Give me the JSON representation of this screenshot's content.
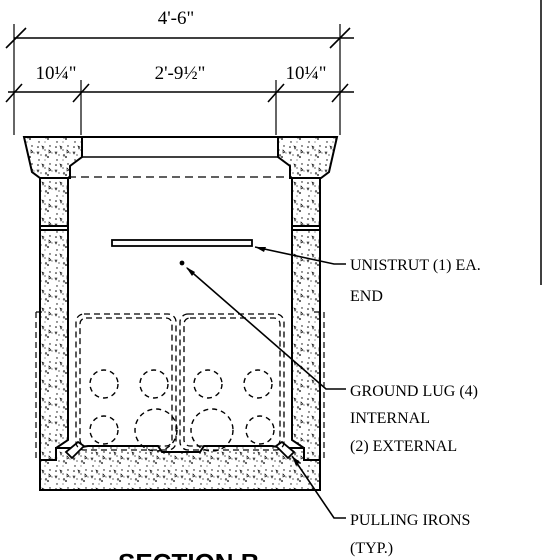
{
  "dimensions": {
    "overall": "4'-6\"",
    "left_wall": "10¼\"",
    "interior": "2'-9½\"",
    "right_wall": "10¼\""
  },
  "callouts": {
    "unistrut_line1": "UNISTRUT (1) EA.",
    "unistrut_line2": "END",
    "ground_line1": "GROUND LUG (4)",
    "ground_line2": "INTERNAL",
    "ground_line3": "(2) EXTERNAL",
    "pulling_line1": "PULLING IRONS",
    "pulling_line2": "(TYP.)"
  },
  "section_title": "SECTION B"
}
